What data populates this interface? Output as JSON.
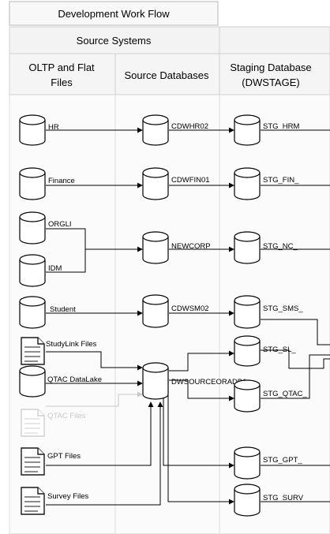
{
  "title": "Development Work Flow",
  "section": "Source Systems",
  "columns": {
    "oltp": [
      "OLTP and Flat",
      "Files"
    ],
    "source_db": "Source Databases",
    "staging": [
      "Staging Database",
      "(DWSTAGE)"
    ]
  },
  "sources": {
    "hr": "HR",
    "finance": "Finance",
    "orgli": "ORGLI",
    "idm": "IDM",
    "student": "Student",
    "studylink": "StudyLink Files",
    "qtac_datalake": "QTAC DataLake",
    "qtac_files": "QTAC Files",
    "gpt": "GPT Files",
    "survey": "Survey Files"
  },
  "source_dbs": {
    "cdwhr02": "CDWHR02",
    "cdwfin01": "CDWFIN01",
    "newcorp": "NEWCORP",
    "cdwsm02": "CDWSM02",
    "dwsource": "DWSOURCEORADB1"
  },
  "staging": {
    "hrm": "STG_HRM_",
    "fin": "STG_FIN_",
    "nc": "STG_NC_",
    "sms": "STG_SMS_",
    "sl": "STG_SL_",
    "qtac": "STG_QTAC_",
    "gpt": "STG_GPT_",
    "surv": "STG_SURV_"
  },
  "colors": {
    "line": "#000000",
    "faded": "#c8c8c8",
    "header_bg": "#f5f5f5",
    "column_bg": "#fbfbfb",
    "border": "#cccccc"
  }
}
